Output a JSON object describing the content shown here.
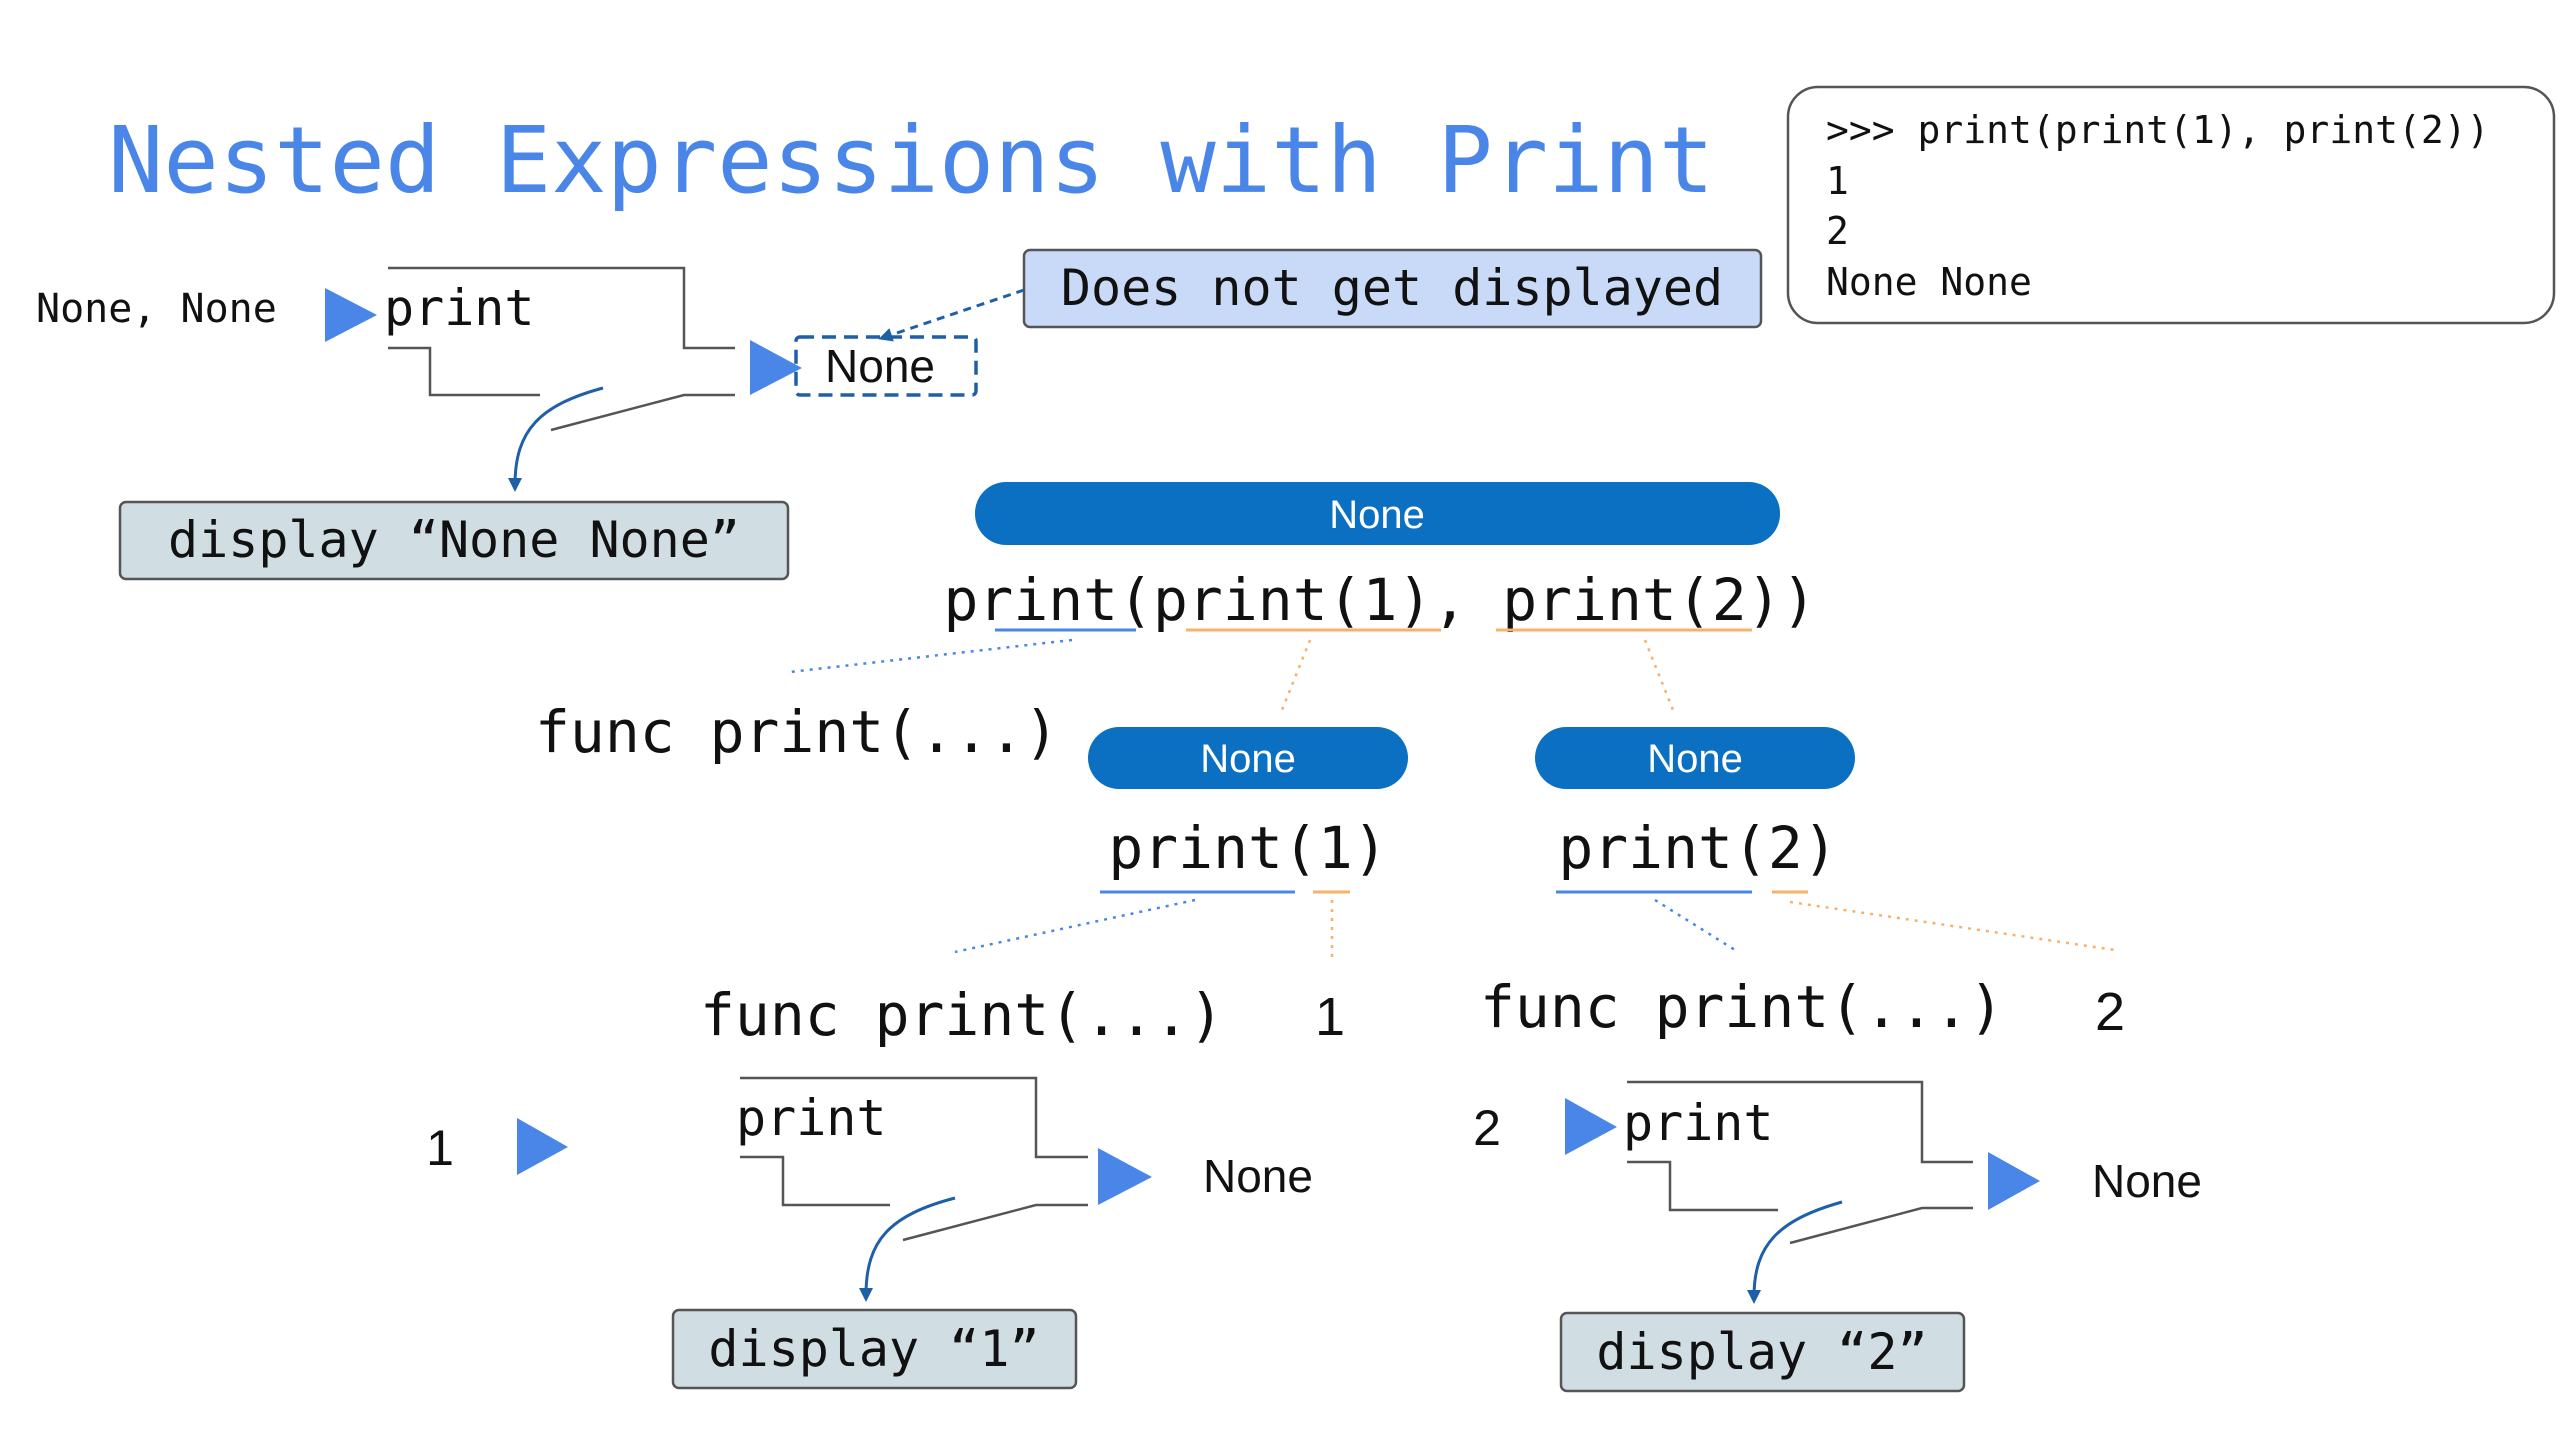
{
  "title": "Nested Expressions with Print",
  "colors": {
    "title": "#4a86e8",
    "accent_blue": "#4a86e8",
    "pill_fill": "#0b6fc2",
    "pill_text": "#ffffff",
    "note_fill": "#c9daf8",
    "display_fill": "#d0dde3",
    "orange": "#f6b26b",
    "dark_blue": "#1f5fa8",
    "text": "#111111"
  },
  "console": {
    "lines": [
      ">>> print(print(1), print(2))",
      "1",
      "2",
      "None None"
    ]
  },
  "callout": {
    "label": "Does not get displayed"
  },
  "top_function": {
    "inputs": "None, None",
    "name": "print",
    "output": "None",
    "display": "display “None None”"
  },
  "expression_tree": {
    "root_value": "None",
    "root_expression": "print(print(1), print(2))",
    "root_operator": "func print(...)",
    "left_value": "None",
    "left_expression": "print(1)",
    "left_operator": "func print(...)",
    "left_operand": "1",
    "right_value": "None",
    "right_expression": "print(2)",
    "right_operator": "func print(...)",
    "right_operand": "2"
  },
  "left_function": {
    "input": "1",
    "name": "print",
    "output": "None",
    "display": "display “1”"
  },
  "right_function": {
    "input": "2",
    "name": "print",
    "output": "None",
    "display": "display “2”"
  }
}
